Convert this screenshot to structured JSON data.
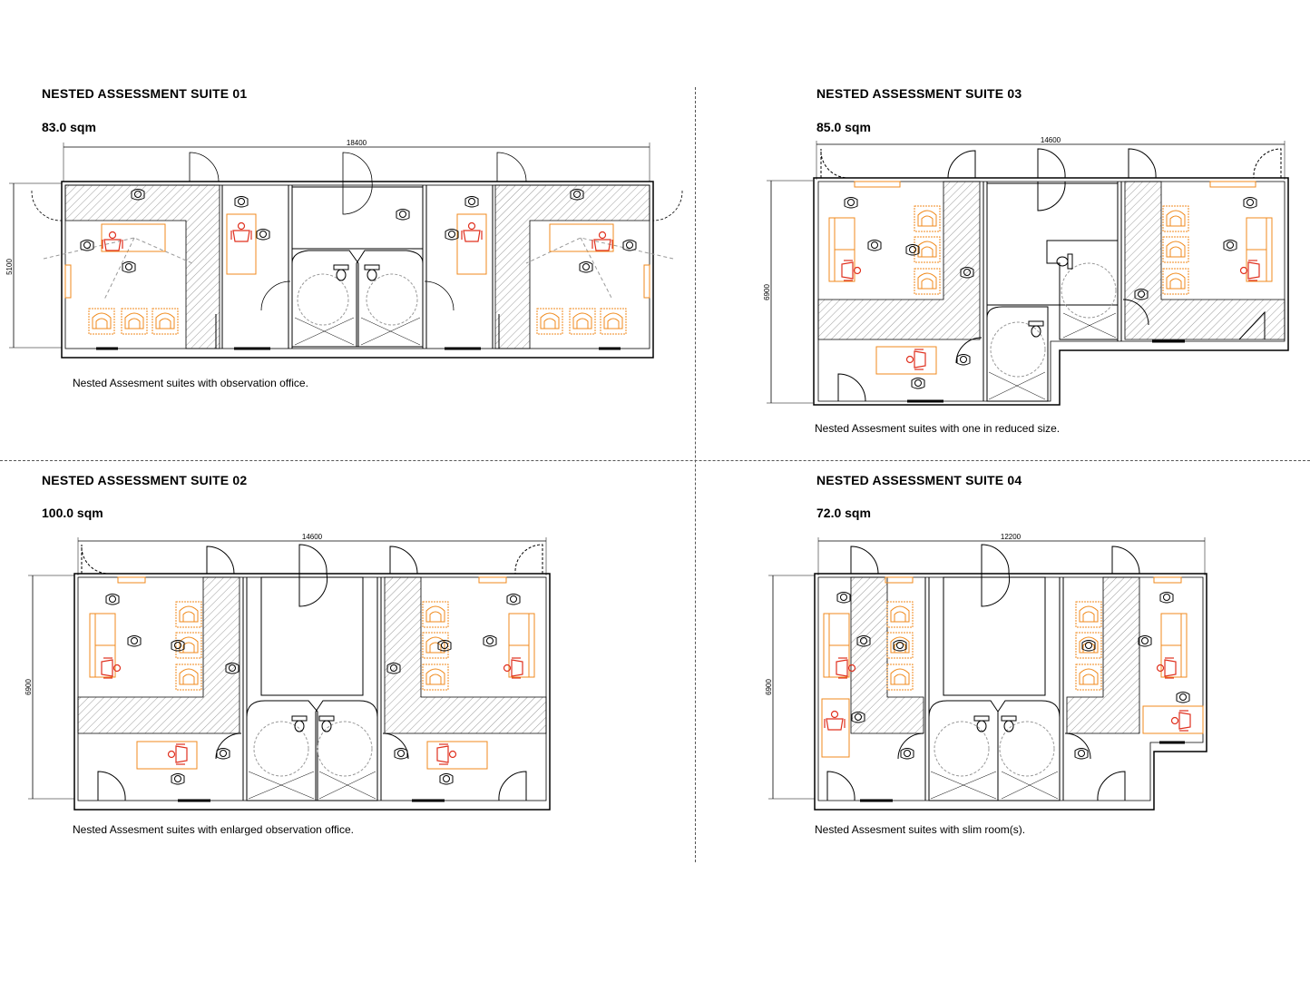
{
  "suites": [
    {
      "id": "01",
      "title": "NESTED ASSESSMENT SUITE 01",
      "area": "83.0 sqm",
      "width_dim": "18400",
      "height_dim": "5100",
      "caption": "Nested Assesment suites with observation office."
    },
    {
      "id": "03",
      "title": "NESTED ASSESSMENT SUITE 03",
      "area": "85.0 sqm",
      "width_dim": "14600",
      "height_dim": "6900",
      "caption": "Nested Assesment suites with one in reduced size."
    },
    {
      "id": "02",
      "title": "NESTED ASSESSMENT SUITE 02",
      "area": "100.0 sqm",
      "width_dim": "14600",
      "height_dim": "6900",
      "caption": "Nested Assesment suites with enlarged observation office."
    },
    {
      "id": "04",
      "title": "NESTED ASSESSMENT SUITE 04",
      "area": "72.0 sqm",
      "width_dim": "12200",
      "height_dim": "6900",
      "caption": "Nested Assesment suites with slim room(s)."
    }
  ],
  "colors": {
    "furniture": "#f08a1c",
    "person": "#e0301e",
    "hatch": "#9a9a9a",
    "wall": "#000000"
  }
}
